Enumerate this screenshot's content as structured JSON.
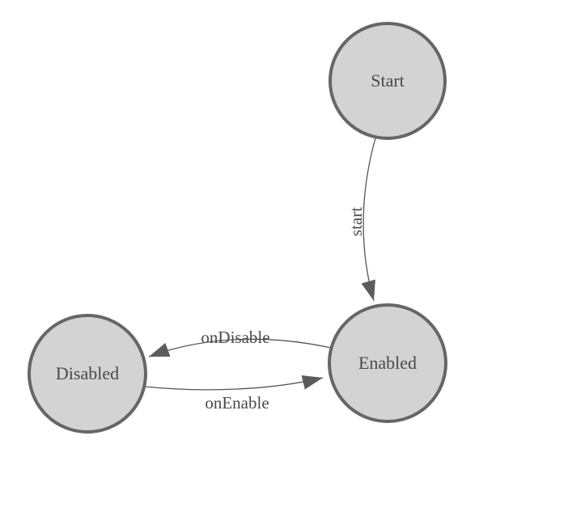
{
  "diagram": {
    "kind": "state-machine",
    "background_color": "#ffffff",
    "colors": {
      "node_fill": "#d3d3d3",
      "node_stroke": "#666666",
      "edge_stroke": "#555555",
      "arrowhead_fill": "#5c5c5c",
      "label_text": "#4a4a4a"
    },
    "nodes": [
      {
        "id": "start",
        "label": "Start"
      },
      {
        "id": "enabled",
        "label": "Enabled"
      },
      {
        "id": "disabled",
        "label": "Disabled"
      }
    ],
    "edges": [
      {
        "from": "start",
        "to": "enabled",
        "label": "start"
      },
      {
        "from": "enabled",
        "to": "disabled",
        "label": "onDisable"
      },
      {
        "from": "disabled",
        "to": "enabled",
        "label": "onEnable"
      }
    ]
  }
}
